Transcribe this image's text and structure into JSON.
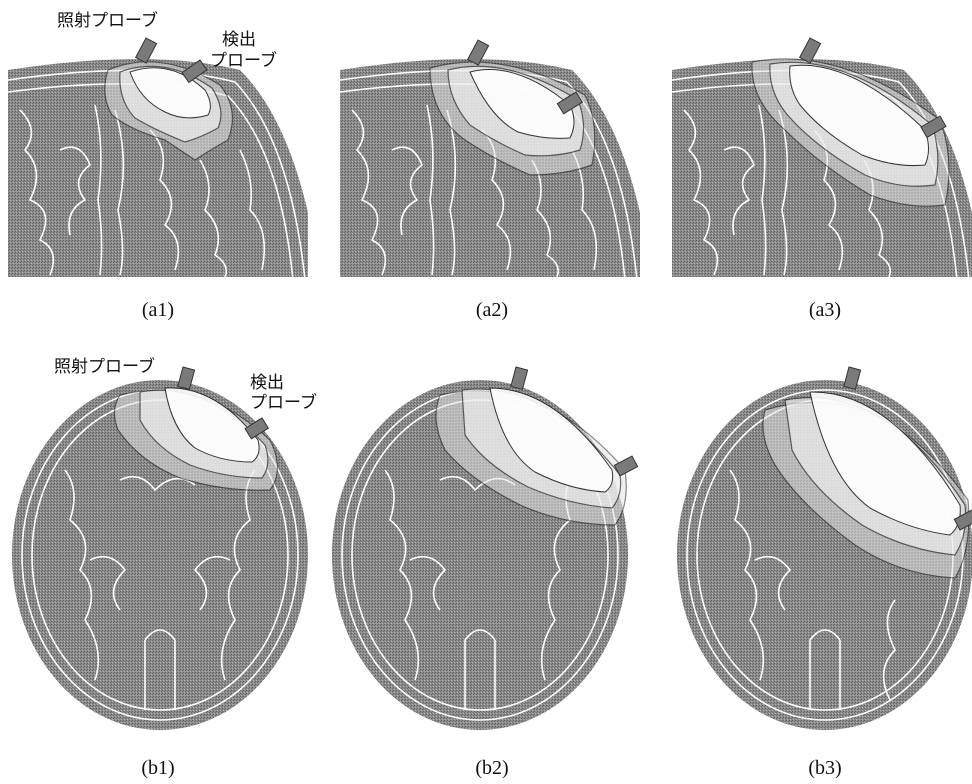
{
  "labels": {
    "irradiation_probe": "照射プローブ",
    "detection_probe_line1": "検出",
    "detection_probe_line2": "プローブ"
  },
  "panels": [
    {
      "caption": "(a1)"
    },
    {
      "caption": "(a2)"
    },
    {
      "caption": "(a3)"
    },
    {
      "caption": "(b1)"
    },
    {
      "caption": "(b2)"
    },
    {
      "caption": "(b3)"
    }
  ]
}
